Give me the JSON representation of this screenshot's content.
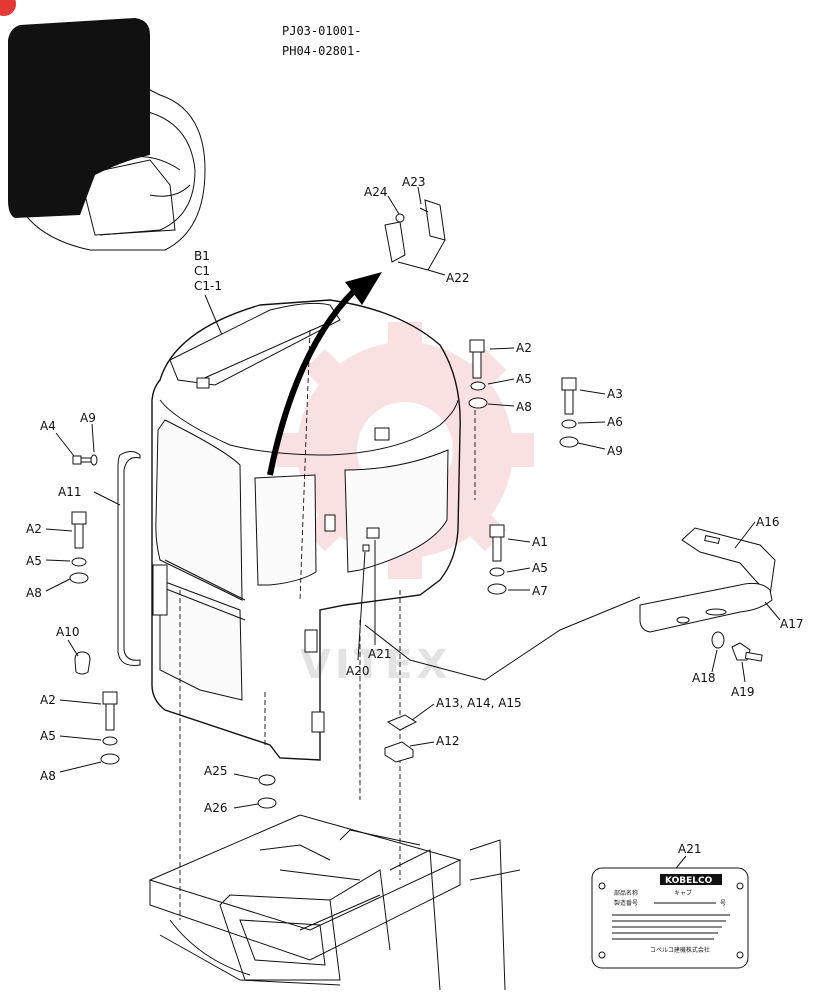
{
  "header": {
    "serial_ranges": [
      "PJ03-01001-",
      "PH04-02801-"
    ]
  },
  "watermark": {
    "text": "VITEX",
    "color": "#f2a3a3"
  },
  "assembly_labels": [
    "B1",
    "C1",
    "C1-1"
  ],
  "callouts": [
    {
      "id": "a24",
      "text": "A24"
    },
    {
      "id": "a23",
      "text": "A23"
    },
    {
      "id": "a22",
      "text": "A22"
    },
    {
      "id": "a2_top",
      "text": "A2"
    },
    {
      "id": "a5_top",
      "text": "A5"
    },
    {
      "id": "a8_top",
      "text": "A8"
    },
    {
      "id": "a3",
      "text": "A3"
    },
    {
      "id": "a6",
      "text": "A6"
    },
    {
      "id": "a9_right",
      "text": "A9"
    },
    {
      "id": "a4",
      "text": "A4"
    },
    {
      "id": "a9_left",
      "text": "A9"
    },
    {
      "id": "a11",
      "text": "A11"
    },
    {
      "id": "a2_left",
      "text": "A2"
    },
    {
      "id": "a5_left",
      "text": "A5"
    },
    {
      "id": "a8_left",
      "text": "A8"
    },
    {
      "id": "a10",
      "text": "A10"
    },
    {
      "id": "a2_low",
      "text": "A2"
    },
    {
      "id": "a5_low",
      "text": "A5"
    },
    {
      "id": "a8_low",
      "text": "A8"
    },
    {
      "id": "a1",
      "text": "A1"
    },
    {
      "id": "a5_mid",
      "text": "A5"
    },
    {
      "id": "a7",
      "text": "A7"
    },
    {
      "id": "a16",
      "text": "A16"
    },
    {
      "id": "a17",
      "text": "A17"
    },
    {
      "id": "a18",
      "text": "A18"
    },
    {
      "id": "a19",
      "text": "A19"
    },
    {
      "id": "a21_mid",
      "text": "A21"
    },
    {
      "id": "a20",
      "text": "A20"
    },
    {
      "id": "a13_15",
      "text": "A13, A14, A15"
    },
    {
      "id": "a12",
      "text": "A12"
    },
    {
      "id": "a25",
      "text": "A25"
    },
    {
      "id": "a26",
      "text": "A26"
    },
    {
      "id": "a21_plate",
      "text": "A21"
    }
  ],
  "nameplate": {
    "brand": "KOBELCO",
    "row1_label": "部品名称",
    "row1_value": "キャブ",
    "row2_label": "製造番号",
    "row2_value": "号",
    "footer": "コベルコ建機株式会社"
  }
}
